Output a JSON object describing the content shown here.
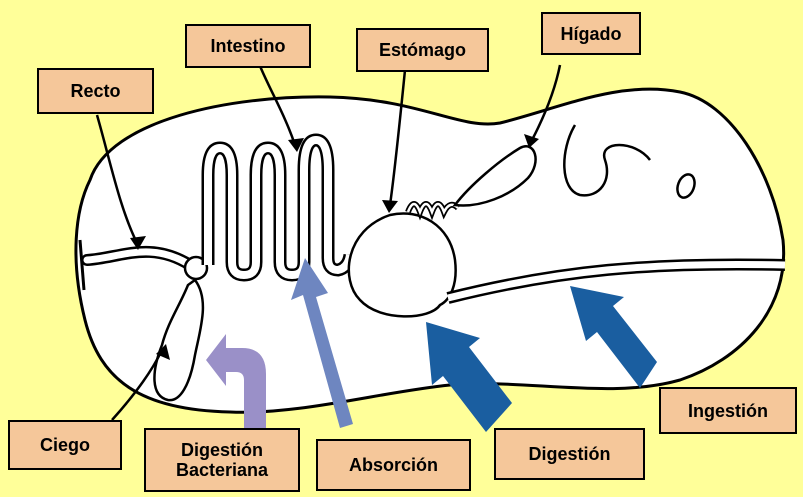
{
  "colors": {
    "background": "#ffff99",
    "label_fill": "#f5c79a",
    "arrow_dark_blue": "#1a5ea0",
    "arrow_mid_blue": "#6e86c0",
    "arrow_lavender": "#9a90c8"
  },
  "labels": {
    "recto": "Recto",
    "intestino": "Intestino",
    "estomago": "Estómago",
    "higado": "Hígado",
    "ciego": "Ciego",
    "digestion_bacteriana_line1": "Digestión",
    "digestion_bacteriana_line2": "Bacteriana",
    "absorcion": "Absorción",
    "digestion": "Digestión",
    "ingestion": "Ingestión"
  }
}
